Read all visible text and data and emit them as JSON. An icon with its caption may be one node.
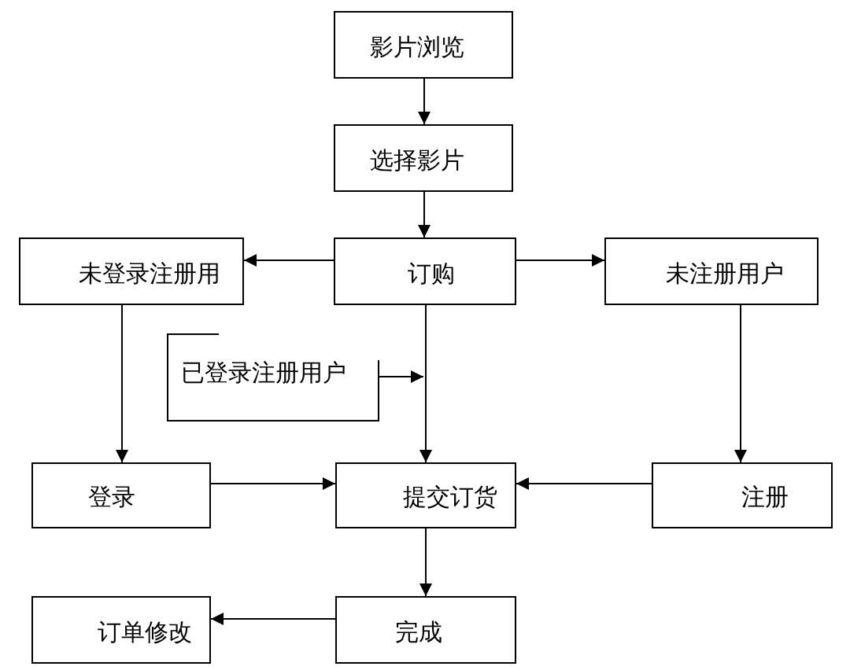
{
  "diagram": {
    "nodes": [
      {
        "text": [
          "影片浏览"
        ]
      },
      {
        "text": [
          "选择影片"
        ]
      },
      {
        "text": [
          "未登录注册用"
        ]
      },
      {
        "text": [
          "订购"
        ]
      },
      {
        "text": [
          "未注册用户"
        ]
      },
      {
        "text": [
          "已登录注册用户"
        ]
      },
      {
        "text": [
          "登录"
        ]
      },
      {
        "text": [
          "提交订货"
        ]
      },
      {
        "text": [
          "注册"
        ]
      },
      {
        "text": [
          "订单修改"
        ]
      },
      {
        "text": [
          "完成"
        ]
      }
    ],
    "edges": [
      {
        "from": 0,
        "to": 1,
        "arrow": "to"
      },
      {
        "from": 1,
        "to": 3,
        "arrow": "to"
      },
      {
        "from": 3,
        "to": 2,
        "arrow": "to"
      },
      {
        "from": 3,
        "to": 4,
        "arrow": "to"
      },
      {
        "from": 2,
        "to": 6,
        "arrow": "to"
      },
      {
        "from": 4,
        "to": 8,
        "arrow": "to"
      },
      {
        "from": 3,
        "to": 7,
        "arrow": "to"
      },
      {
        "from": 5,
        "to": null,
        "arrow": "to"
      },
      {
        "from": 6,
        "to": 7,
        "arrow": "to"
      },
      {
        "from": 8,
        "to": 7,
        "arrow": "to"
      },
      {
        "from": 7,
        "to": 10,
        "arrow": "to"
      },
      {
        "from": 10,
        "to": 9,
        "arrow": "to"
      }
    ]
  }
}
